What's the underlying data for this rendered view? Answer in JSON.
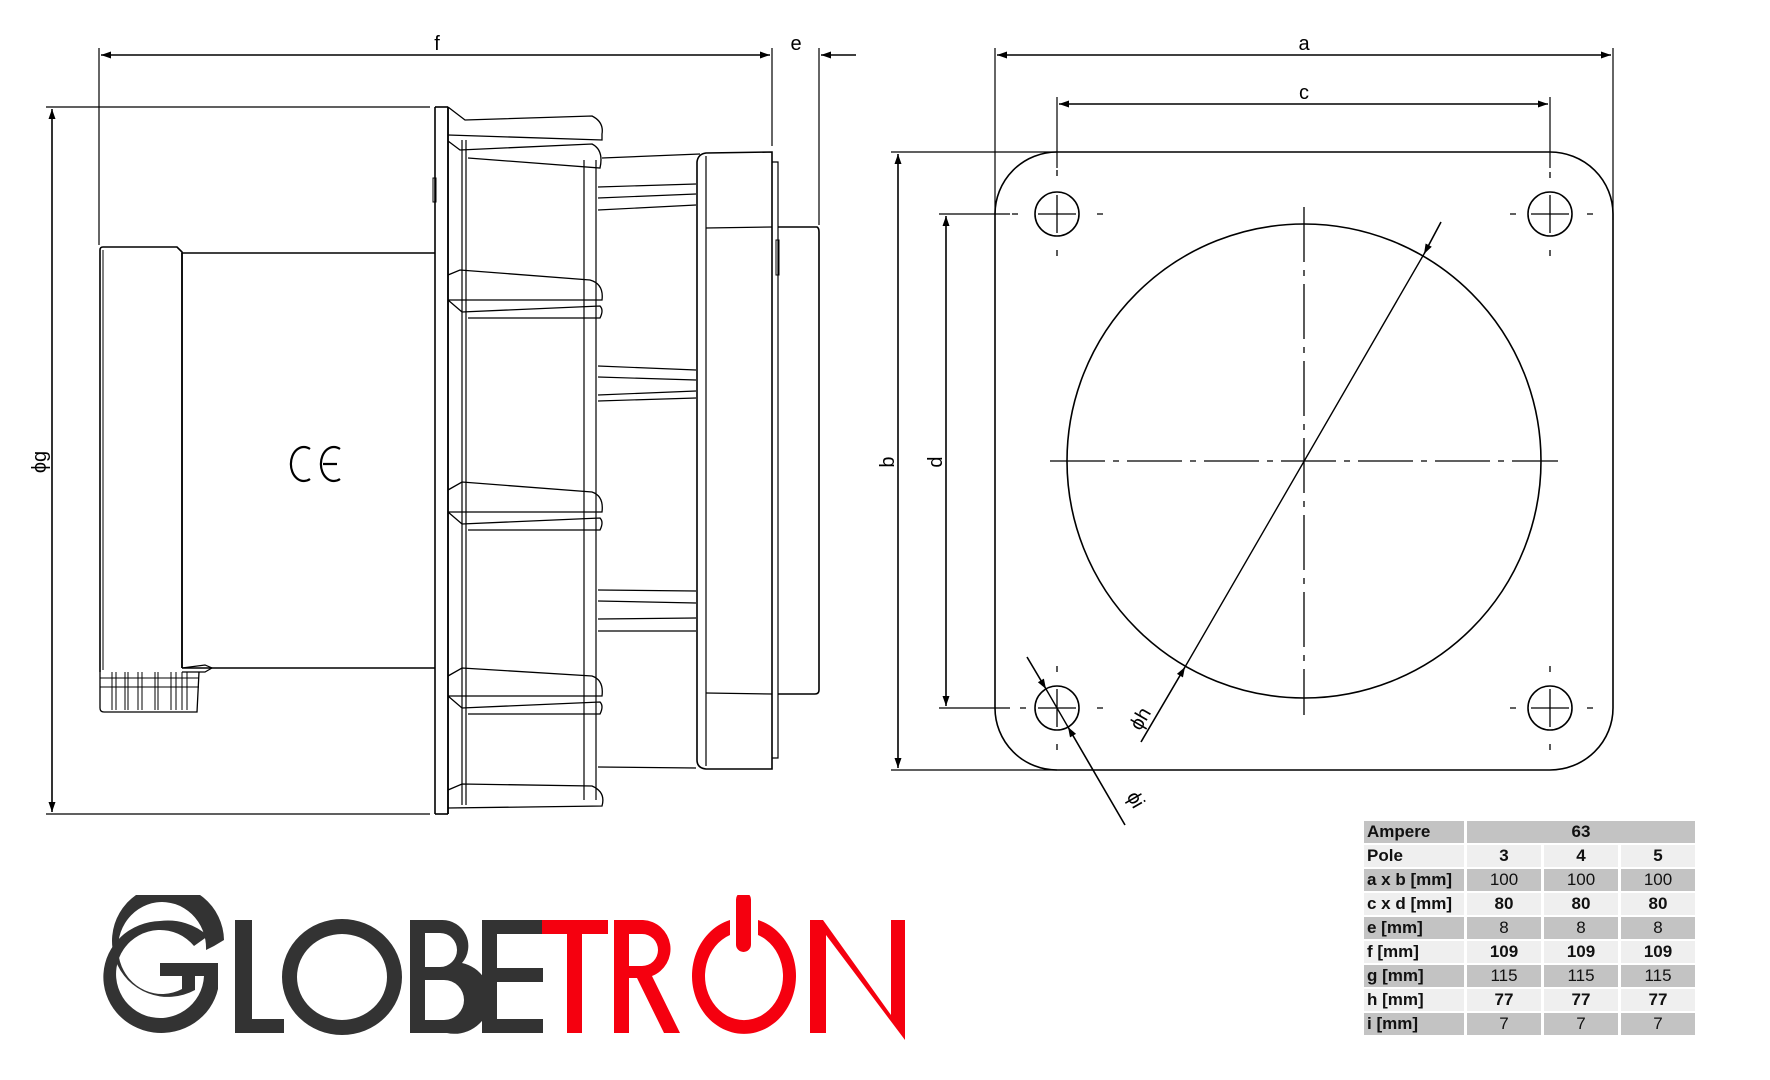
{
  "drawing": {
    "side_view": {
      "dimension_labels": {
        "f": "f",
        "e": "e",
        "g": "ϕg"
      },
      "marking": "CE"
    },
    "front_view": {
      "dimension_labels": {
        "a": "a",
        "c": "c",
        "b": "b",
        "d": "d",
        "h": "ϕh",
        "i": "ϕi"
      }
    }
  },
  "spec_table": {
    "header": {
      "label": "Ampere",
      "value": "63"
    },
    "pole_row": {
      "label": "Pole",
      "values": [
        "3",
        "4",
        "5"
      ]
    },
    "rows": [
      {
        "label": "a x b [mm]",
        "values": [
          "100",
          "100",
          "100"
        ]
      },
      {
        "label": "c x d [mm]",
        "values": [
          "80",
          "80",
          "80"
        ]
      },
      {
        "label": "e [mm]",
        "values": [
          "8",
          "8",
          "8"
        ]
      },
      {
        "label": "f [mm]",
        "values": [
          "109",
          "109",
          "109"
        ]
      },
      {
        "label": "g [mm]",
        "values": [
          "115",
          "115",
          "115"
        ]
      },
      {
        "label": "h [mm]",
        "values": [
          "77",
          "77",
          "77"
        ]
      },
      {
        "label": "i [mm]",
        "values": [
          "7",
          "7",
          "7"
        ]
      }
    ]
  },
  "logo": {
    "text": "GLOBETRON",
    "part_dark": "GLOBE",
    "part_red": "TRON",
    "colors": {
      "dark": "#333333",
      "red": "#f5000f"
    }
  }
}
